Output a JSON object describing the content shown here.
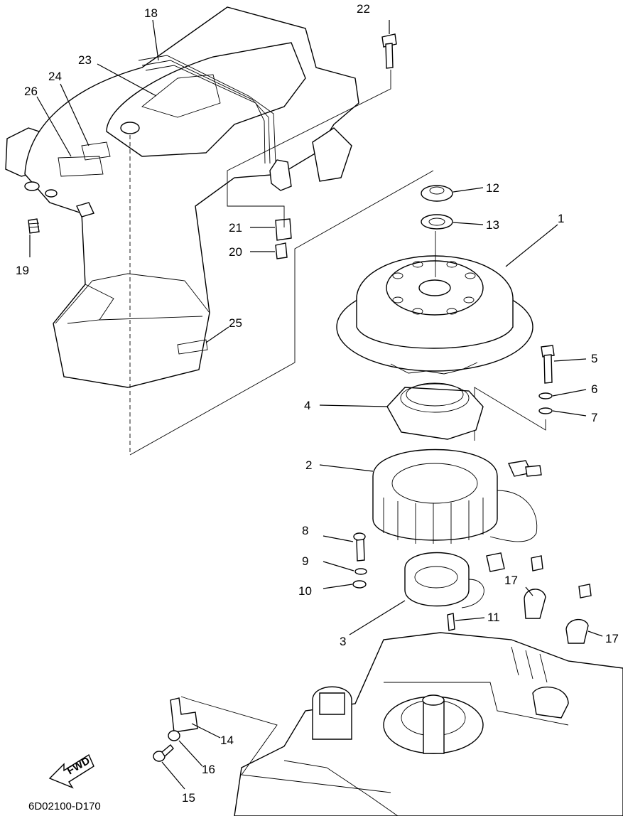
{
  "diagram": {
    "drawing_code": "6D02100-D170",
    "fwd_label": "FWD",
    "callouts": [
      {
        "id": "c1",
        "text": "1"
      },
      {
        "id": "c2",
        "text": "2"
      },
      {
        "id": "c3",
        "text": "3"
      },
      {
        "id": "c4",
        "text": "4"
      },
      {
        "id": "c5",
        "text": "5"
      },
      {
        "id": "c6",
        "text": "6"
      },
      {
        "id": "c7",
        "text": "7"
      },
      {
        "id": "c8",
        "text": "8"
      },
      {
        "id": "c9",
        "text": "9"
      },
      {
        "id": "c10",
        "text": "10"
      },
      {
        "id": "c11",
        "text": "11"
      },
      {
        "id": "c12",
        "text": "12"
      },
      {
        "id": "c13",
        "text": "13"
      },
      {
        "id": "c14",
        "text": "14"
      },
      {
        "id": "c15",
        "text": "15"
      },
      {
        "id": "c16",
        "text": "16"
      },
      {
        "id": "c17a",
        "text": "17"
      },
      {
        "id": "c17b",
        "text": "17"
      },
      {
        "id": "c18",
        "text": "18"
      },
      {
        "id": "c19",
        "text": "19"
      },
      {
        "id": "c20",
        "text": "20"
      },
      {
        "id": "c21",
        "text": "21"
      },
      {
        "id": "c22",
        "text": "22"
      },
      {
        "id": "c23",
        "text": "23"
      },
      {
        "id": "c24",
        "text": "24"
      },
      {
        "id": "c25",
        "text": "25"
      },
      {
        "id": "c26",
        "text": "26"
      }
    ]
  }
}
